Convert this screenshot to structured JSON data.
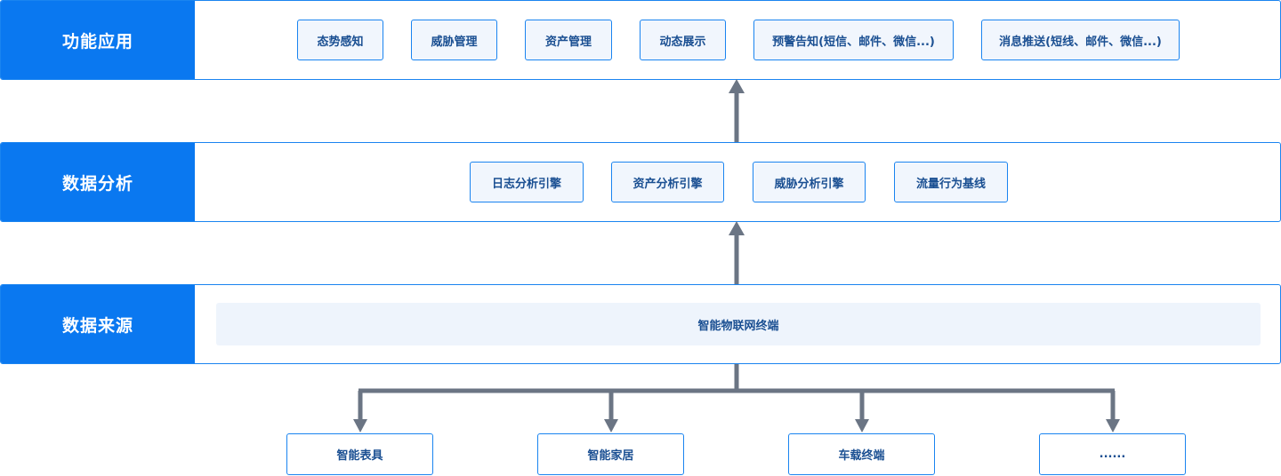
{
  "layers": {
    "app": {
      "label": "功能应用",
      "items": [
        "态势感知",
        "威胁管理",
        "资产管理",
        "动态展示",
        "预警告知(短信、邮件、微信...)",
        "消息推送(短线、邮件、微信...)"
      ]
    },
    "analysis": {
      "label": "数据分析",
      "items": [
        "日志分析引擎",
        "资产分析引擎",
        "威胁分析引擎",
        "流量行为基线"
      ]
    },
    "source": {
      "label": "数据来源",
      "terminal": "智能物联网终端"
    }
  },
  "devices": [
    "智能表具",
    "智能家居",
    "车载终端",
    "......"
  ],
  "colors": {
    "accent": "#0a78f0",
    "border": "#1a84f0",
    "box_fill": "#f1f6fd",
    "text": "#1a4f92",
    "connector": "#6b7584"
  }
}
